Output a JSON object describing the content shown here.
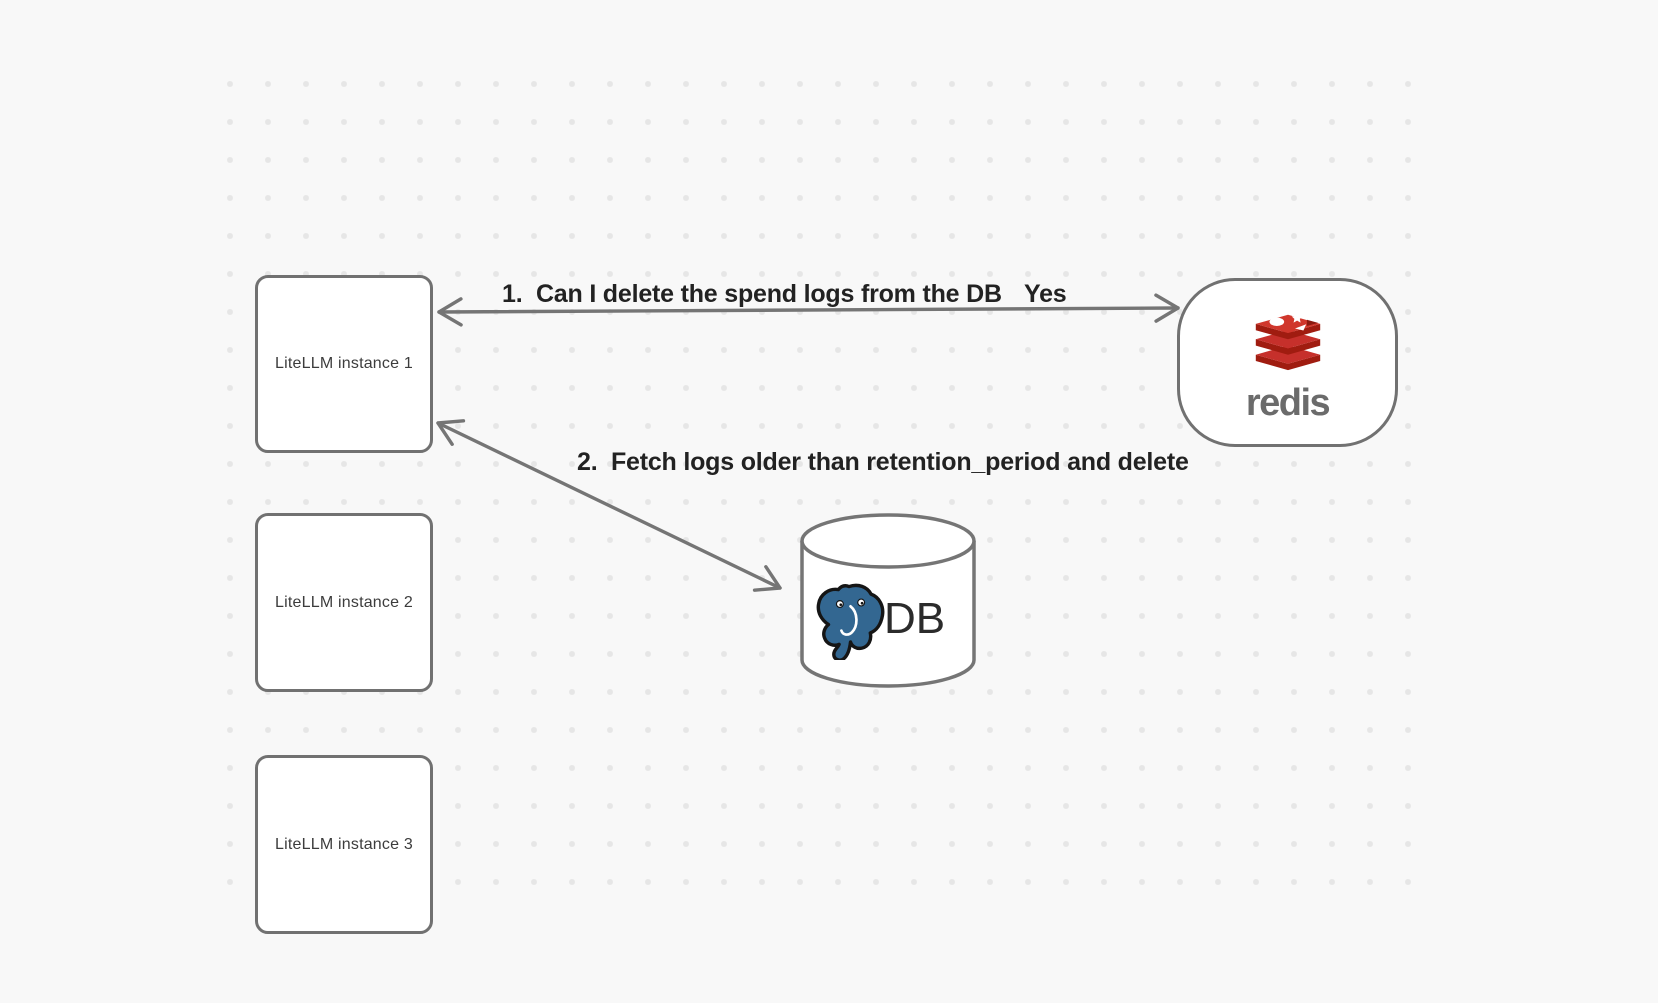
{
  "canvas": {
    "background_color": "#f8f8f8",
    "dot_color": "#e6e6e6",
    "stroke_gray": "#717171",
    "arrow_gray": "#757575",
    "bold_label_color": "#222222",
    "box_label_color": "#3c3c3c"
  },
  "nodes": {
    "litellm_instances": [
      {
        "label": "LiteLLM instance 1"
      },
      {
        "label": "LiteLLM instance 2"
      },
      {
        "label": "LiteLLM instance 3"
      }
    ],
    "redis": {
      "label": "redis",
      "icon": "redis-logo-icon",
      "brand_red": "#c6302b",
      "brand_dark_red": "#a01c10",
      "wordmark_color": "#6b6b6b"
    },
    "db": {
      "label": "DB",
      "icon": "postgresql-elephant-icon",
      "postgres_blue": "#336791"
    }
  },
  "arrows": [
    {
      "label": "1.  Can I delete the spend logs from the DB",
      "response": "Yes",
      "from": "Redis",
      "to": "LiteLLM instance 1",
      "style": "double-headed"
    },
    {
      "label": "2.  Fetch logs older than retention_period and delete",
      "from": "LiteLLM instance 1",
      "to": "DB",
      "style": "double-headed"
    }
  ]
}
